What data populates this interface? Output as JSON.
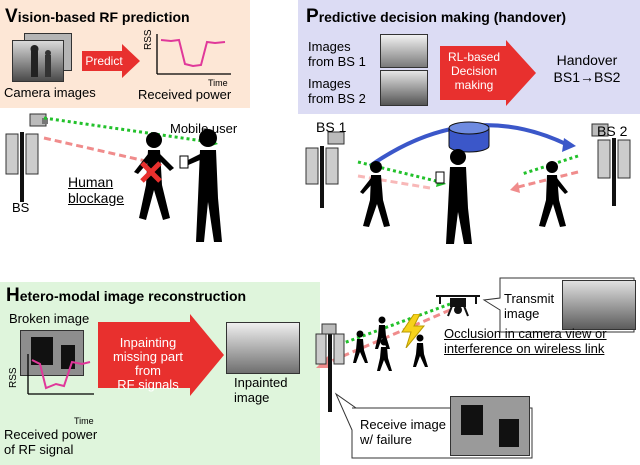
{
  "panel_a": {
    "title_cap": "V",
    "title_rest": "ision-based RF prediction",
    "predict_label": "Predict",
    "rss_label": "RSS",
    "time_label": "Time",
    "camera_label": "Camera images",
    "power_label": "Received power",
    "mobile_label": "Mobile user",
    "bs_label": "BS",
    "blockage_line1": "Human",
    "blockage_line2": "blockage"
  },
  "panel_b": {
    "title_cap": "P",
    "title_rest": "redictive decision making (handover)",
    "img1_line1": "Images",
    "img1_line2": "from BS 1",
    "img2_line1": "Images",
    "img2_line2": "from BS 2",
    "rl_line1": "RL-based",
    "rl_line2": "Decision",
    "rl_line3": "making",
    "handover_line1": "Handover",
    "handover_line2": "BS1→BS2",
    "bs1_label": "BS 1",
    "bs2_label": "BS 2"
  },
  "panel_c": {
    "title_cap": "H",
    "title_rest": "etero-modal image reconstruction",
    "broken_label": "Broken image",
    "rss_label": "RSS",
    "time_label": "Time",
    "power_line1": "Received power",
    "power_line2": "of RF signal",
    "inpaint_line1": "Inpainting",
    "inpaint_line2": "missing part from",
    "inpaint_line3": "RF signals",
    "inpainted_line1": "Inpainted",
    "inpainted_line2": "image",
    "transmit_line1": "Transmit",
    "transmit_line2": "image",
    "occlusion_line1": "Occlusion in camera view or",
    "occlusion_line2": "interference on wireless link",
    "receive_line1": "Receive image",
    "receive_line2": "w/ failure"
  },
  "colors": {
    "panel_a_bg": "#fde7d6",
    "panel_b_bg": "#dcdcf4",
    "panel_c_bg": "#dff5dc",
    "red_arrow": "#e8302e",
    "pink_curve": "#e0389a",
    "green_dotted": "#22c12b",
    "pink_dashed": "#f08c8c",
    "blue_arc": "#3b57c9"
  }
}
